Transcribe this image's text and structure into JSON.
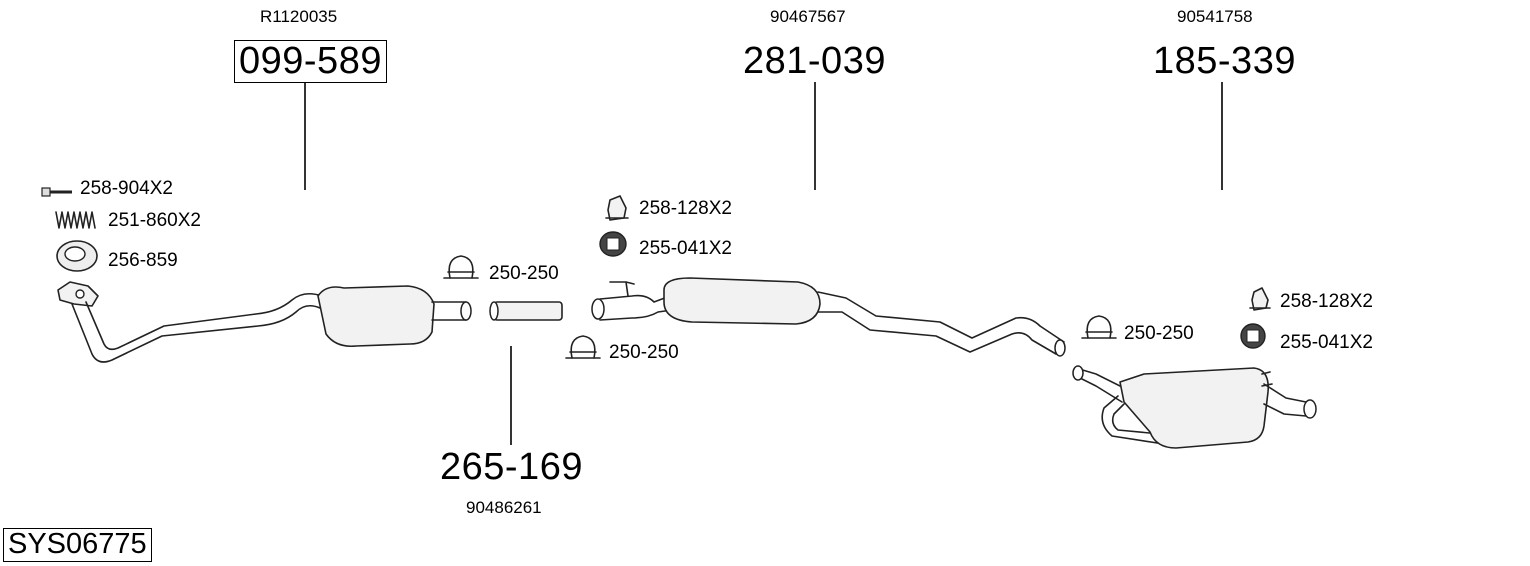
{
  "system_code": "SYS06775",
  "parts": [
    {
      "ref": "R1120035",
      "number": "099-589"
    },
    {
      "ref": "90486261",
      "number": "265-169"
    },
    {
      "ref": "90467567",
      "number": "281-039"
    },
    {
      "ref": "90541758",
      "number": "185-339"
    }
  ],
  "accessories": {
    "front": [
      "258-904X2",
      "251-860X2",
      "256-859"
    ],
    "clamp_a": "250-250",
    "mid_top": [
      "258-128X2",
      "255-041X2"
    ],
    "clamp_b": "250-250",
    "clamp_c": "250-250",
    "rear": [
      "258-128X2",
      "255-041X2"
    ]
  }
}
